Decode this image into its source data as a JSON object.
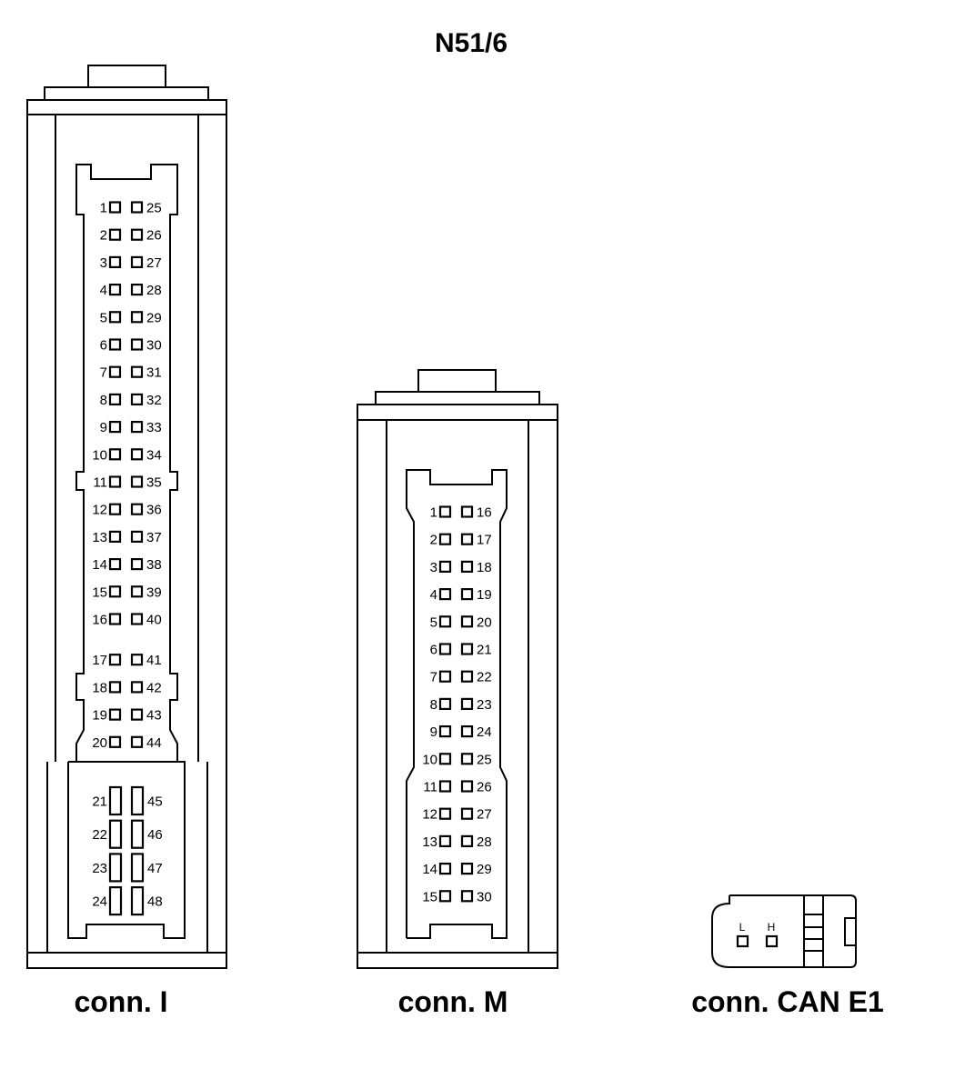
{
  "title": "N51/6",
  "connectors": [
    {
      "id": "conn-i",
      "caption": "conn. I",
      "square_rows": [
        {
          "left": "1",
          "right": "25"
        },
        {
          "left": "2",
          "right": "26"
        },
        {
          "left": "3",
          "right": "27"
        },
        {
          "left": "4",
          "right": "28"
        },
        {
          "left": "5",
          "right": "29"
        },
        {
          "left": "6",
          "right": "30"
        },
        {
          "left": "7",
          "right": "31"
        },
        {
          "left": "8",
          "right": "32"
        },
        {
          "left": "9",
          "right": "33"
        },
        {
          "left": "10",
          "right": "34"
        },
        {
          "left": "11",
          "right": "35"
        },
        {
          "left": "12",
          "right": "36"
        },
        {
          "left": "13",
          "right": "37"
        },
        {
          "left": "14",
          "right": "38"
        },
        {
          "left": "15",
          "right": "39"
        },
        {
          "left": "16",
          "right": "40"
        },
        {
          "left": "17",
          "right": "41"
        },
        {
          "left": "18",
          "right": "42"
        },
        {
          "left": "19",
          "right": "43"
        },
        {
          "left": "20",
          "right": "44"
        }
      ],
      "power_rows": [
        {
          "left": "21",
          "right": "45"
        },
        {
          "left": "22",
          "right": "46"
        },
        {
          "left": "23",
          "right": "47"
        },
        {
          "left": "24",
          "right": "48"
        }
      ]
    },
    {
      "id": "conn-m",
      "caption": "conn. M",
      "square_rows": [
        {
          "left": "1",
          "right": "16"
        },
        {
          "left": "2",
          "right": "17"
        },
        {
          "left": "3",
          "right": "18"
        },
        {
          "left": "4",
          "right": "19"
        },
        {
          "left": "5",
          "right": "20"
        },
        {
          "left": "6",
          "right": "21"
        },
        {
          "left": "7",
          "right": "22"
        },
        {
          "left": "8",
          "right": "23"
        },
        {
          "left": "9",
          "right": "24"
        },
        {
          "left": "10",
          "right": "25"
        },
        {
          "left": "11",
          "right": "26"
        },
        {
          "left": "12",
          "right": "27"
        },
        {
          "left": "13",
          "right": "28"
        },
        {
          "left": "14",
          "right": "29"
        },
        {
          "left": "15",
          "right": "30"
        }
      ]
    },
    {
      "id": "conn-can-e1",
      "caption": "conn. CAN E1",
      "pins": [
        {
          "label": "L"
        },
        {
          "label": "H"
        }
      ]
    }
  ]
}
